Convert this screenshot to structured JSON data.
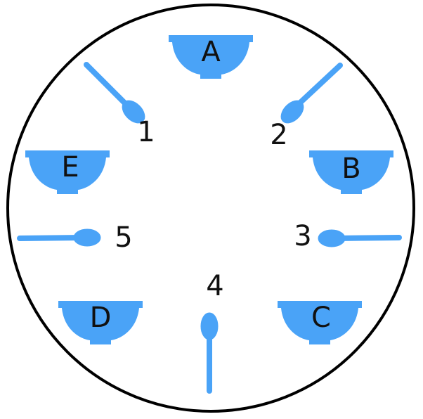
{
  "colors": {
    "item": "#4aa3f7",
    "outline": "#000000",
    "background": "#ffffff"
  },
  "bowls": [
    {
      "id": "A",
      "label": "A",
      "icon": "bowl-icon"
    },
    {
      "id": "B",
      "label": "B",
      "icon": "bowl-icon"
    },
    {
      "id": "C",
      "label": "C",
      "icon": "bowl-icon"
    },
    {
      "id": "D",
      "label": "D",
      "icon": "bowl-icon"
    },
    {
      "id": "E",
      "label": "E",
      "icon": "bowl-icon"
    }
  ],
  "spoons": [
    {
      "id": "1",
      "label": "1",
      "icon": "spoon-icon"
    },
    {
      "id": "2",
      "label": "2",
      "icon": "spoon-icon"
    },
    {
      "id": "3",
      "label": "3",
      "icon": "spoon-icon"
    },
    {
      "id": "4",
      "label": "4",
      "icon": "spoon-icon"
    },
    {
      "id": "5",
      "label": "5",
      "icon": "spoon-icon"
    }
  ]
}
